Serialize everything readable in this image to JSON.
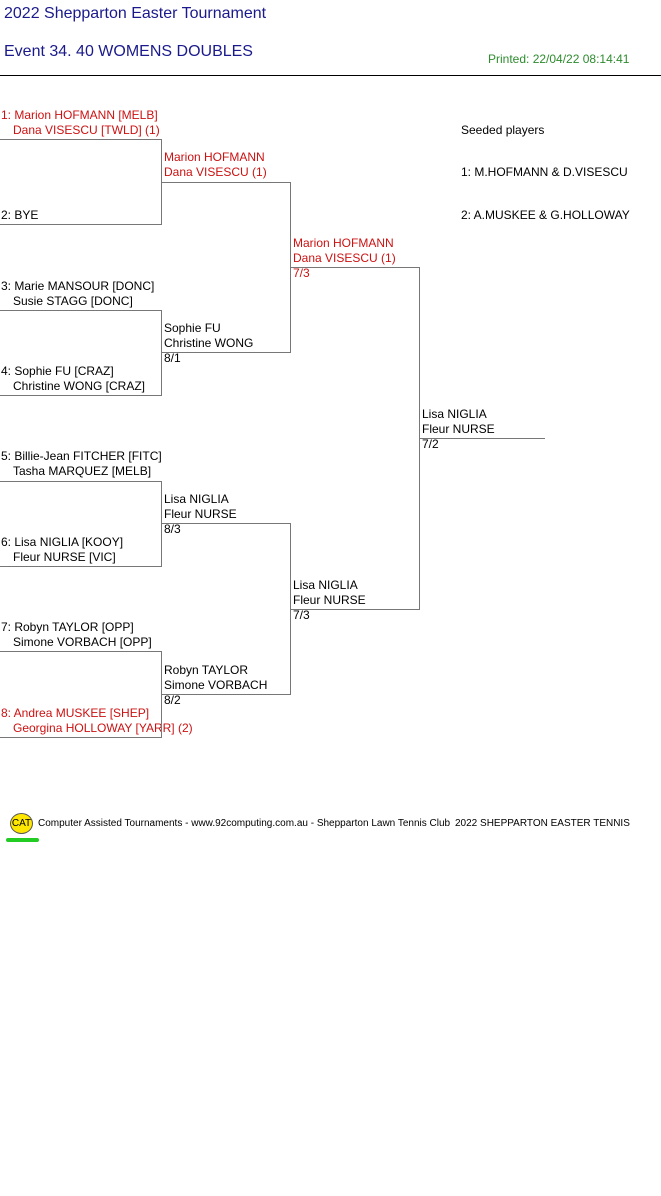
{
  "header": {
    "title": "2022 Shepparton Easter Tournament",
    "event": "Event 34. 40 WOMENS DOUBLES",
    "printed": "Printed: 22/04/22 08:14:41"
  },
  "round1": [
    {
      "l1": "1: Marion HOFMANN [MELB]",
      "l2": "Dana VISESCU [TWLD] (1)"
    },
    {
      "l1": "2: BYE",
      "l2": ""
    },
    {
      "l1": "3: Marie MANSOUR [DONC]",
      "l2": "Susie STAGG [DONC]"
    },
    {
      "l1": "4: Sophie FU [CRAZ]",
      "l2": "Christine WONG [CRAZ]"
    },
    {
      "l1": "5: Billie-Jean FITCHER [FITC]",
      "l2": "Tasha MARQUEZ [MELB]"
    },
    {
      "l1": "6: Lisa NIGLIA [KOOY]",
      "l2": "Fleur NURSE [VIC]"
    },
    {
      "l1": "7: Robyn TAYLOR [OPP]",
      "l2": "Simone VORBACH [OPP]"
    },
    {
      "l1": "8: Andrea MUSKEE [SHEP]",
      "l2": "Georgina HOLLOWAY [YARR] (2)"
    }
  ],
  "round2": [
    {
      "l1": "Marion HOFMANN",
      "l2": "Dana VISESCU (1)",
      "score": ""
    },
    {
      "l1": "Sophie FU",
      "l2": "Christine WONG",
      "score": "8/1"
    },
    {
      "l1": "Lisa NIGLIA",
      "l2": "Fleur NURSE",
      "score": "8/3"
    },
    {
      "l1": "Robyn TAYLOR",
      "l2": "Simone VORBACH",
      "score": "8/2"
    }
  ],
  "round3": [
    {
      "l1": "Marion HOFMANN",
      "l2": "Dana VISESCU (1)",
      "score": "7/3"
    },
    {
      "l1": "Lisa NIGLIA",
      "l2": "Fleur NURSE",
      "score": "7/3"
    }
  ],
  "final": {
    "l1": "Lisa NIGLIA",
    "l2": "Fleur NURSE",
    "score": "7/2"
  },
  "seeds": {
    "heading": "Seeded players",
    "items": [
      "1: M.HOFMANN & D.VISESCU",
      "2: A.MUSKEE & G.HOLLOWAY"
    ]
  },
  "footer": {
    "logo": "CAT",
    "credit": "Computer Assisted Tournaments - www.92computing.com.au -  Shepparton Lawn Tennis Club",
    "right": "2022 SHEPPARTON EASTER TENNIS"
  }
}
